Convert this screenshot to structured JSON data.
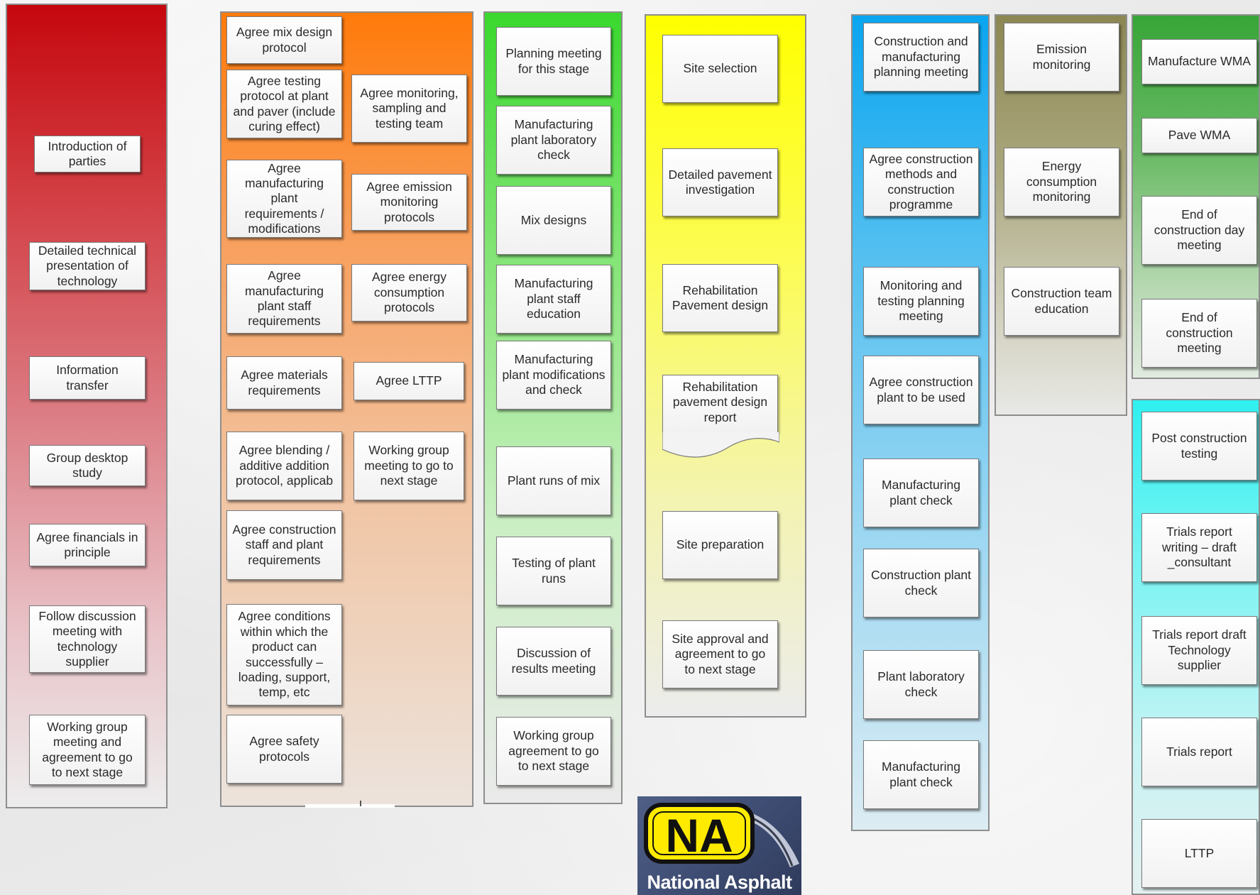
{
  "col_red": {
    "items": [
      "Introduction of\nparties",
      "Detailed technical\npresentation of\ntechnology",
      "Information\ntransfer",
      "Group desktop\nstudy",
      "Agree financials in\nprinciple",
      "Follow discussion\nmeeting with\ntechnology\nsupplier",
      "Working group\nmeeting and\nagreement to go\nto next stage"
    ]
  },
  "col_orange": {
    "left_items": [
      "Agree mix design\nprotocol",
      "Agree testing\nprotocol at plant\nand paver (include\ncuring effect)",
      "Agree\nmanufacturing\nplant\nrequirements /\nmodifications",
      "Agree\nmanufacturing\nplant staff\nrequirements",
      "Agree materials\nrequirements",
      "Agree blending /\nadditive addition\nprotocol, applicab",
      "Agree construction\nstaff and plant\nrequirements",
      "Agree conditions\nwithin which the\nproduct can\nsuccessfully –\nloading, support,\ntemp, etc",
      "Agree safety\nprotocols"
    ],
    "right_items": [
      "Agree monitoring,\nsampling and\ntesting team",
      "Agree emission\nmonitoring\nprotocols",
      "Agree energy\nconsumption\nprotocols",
      "Agree LTTP",
      "Working group\nmeeting to go to\nnext stage"
    ]
  },
  "col_green": {
    "items": [
      "Planning meeting\nfor this stage",
      "Manufacturing\nplant laboratory\ncheck",
      "Mix designs",
      "Manufacturing\nplant staff\neducation",
      "Manufacturing\nplant modifications\nand check",
      "Plant runs of mix",
      "Testing of plant\nruns",
      "Discussion of\nresults meeting",
      "Working group\nagreement to go\nto next stage"
    ]
  },
  "col_yellow": {
    "items": [
      "Site selection",
      "Detailed pavement\ninvestigation",
      "Rehabilitation\nPavement design",
      "Rehabilitation\npavement design\nreport",
      "Site preparation",
      "Site approval and\nagreement to go\nto next stage"
    ]
  },
  "col_blue": {
    "items": [
      "Construction and\nmanufacturing\nplanning meeting",
      "Agree construction\nmethods and\nconstruction\nprogramme",
      "Monitoring and\ntesting planning\nmeeting",
      "Agree construction\nplant to be used",
      "Manufacturing\nplant check",
      "Construction plant\ncheck",
      "Plant laboratory\ncheck",
      "Manufacturing\nplant check"
    ]
  },
  "col_olive": {
    "items": [
      "Emission\nmonitoring",
      "Energy\nconsumption\nmonitoring",
      "Construction team\neducation"
    ]
  },
  "col_darkgreen": {
    "items": [
      "Manufacture WMA",
      "Pave WMA",
      "End of\nconstruction  day\nmeeting",
      "End of\nconstruction\nmeeting"
    ]
  },
  "col_cyan": {
    "items": [
      "Post construction\ntesting",
      "Trials report\nwriting – draft\n_consultant",
      "Trials report draft\nTechnology\nsupplier",
      "Trials report",
      "LTTP"
    ]
  },
  "logo": {
    "mark": "NA",
    "text": "National Asphalt"
  },
  "colors": {
    "red": "#c5070e",
    "orange": "#ff7a0a",
    "green": "#3ad82e",
    "yellow": "#ffff00",
    "blue": "#0aa5f0",
    "olive": "#8c8752",
    "dark_green": "#37a537",
    "cyan": "#2ff0f0",
    "logo_badge": "#ffeb00",
    "logo_bg": "#4f5f86"
  }
}
